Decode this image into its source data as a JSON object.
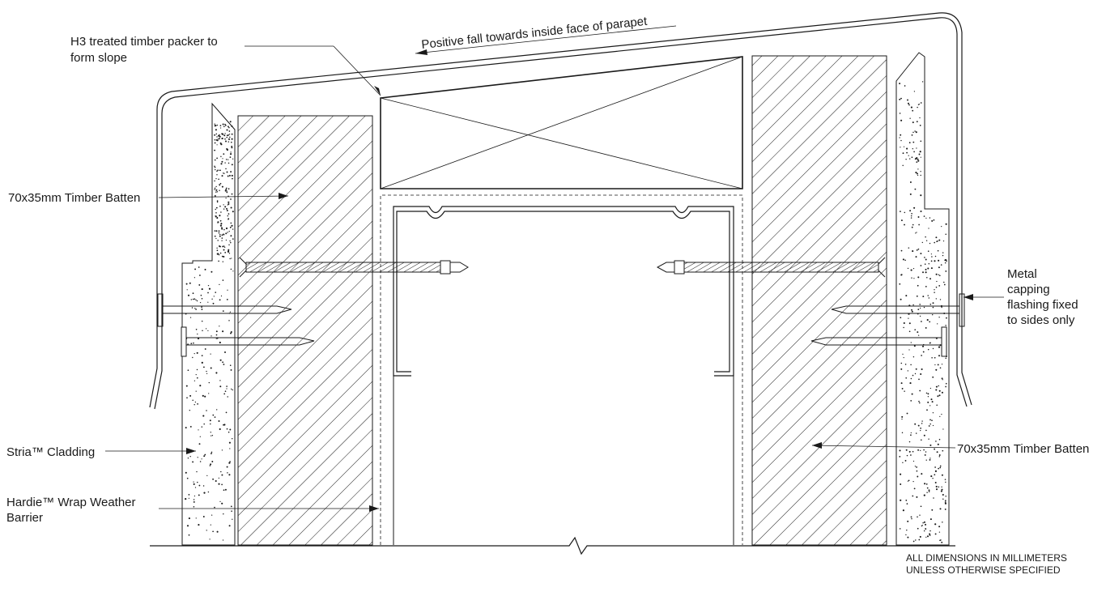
{
  "labels": {
    "slope_note": "Positive fall towards inside face of parapet",
    "packer_line1": "H3 treated timber packer to",
    "packer_line2": "form slope",
    "batten_left": "70x35mm Timber Batten",
    "batten_right": "70x35mm Timber Batten",
    "capping_line1": "Metal",
    "capping_line2": "capping",
    "capping_line3": "flashing fixed",
    "capping_line4": "to sides only",
    "cladding": "Stria™ Cladding",
    "wrap_line1": "Hardie™ Wrap Weather",
    "wrap_line2": "Barrier",
    "dims_line1": "ALL DIMENSIONS IN MILLIMETERS",
    "dims_line2": "UNLESS OTHERWISE SPECIFIED"
  },
  "colors": {
    "line": "#1a1a1a",
    "background": "#ffffff"
  }
}
